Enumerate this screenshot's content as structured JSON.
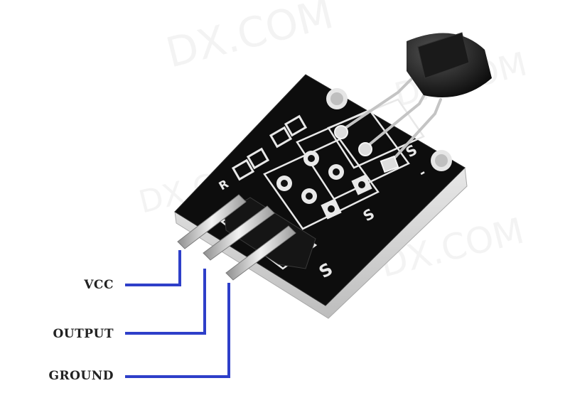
{
  "pins": {
    "vcc": "VCC",
    "output": "OUTPUT",
    "ground": "GROUND"
  },
  "board": {
    "silkscreen_s": "S",
    "silkscreen_minus": "-",
    "silkscreen_r": "R"
  },
  "watermark": "DX.COM",
  "colors": {
    "pcb": "#0d0d0d",
    "pin_metal": "#c9c9c9",
    "lead_line": "#2e3fc9",
    "label_text": "#222222",
    "transistor": "#111111"
  }
}
